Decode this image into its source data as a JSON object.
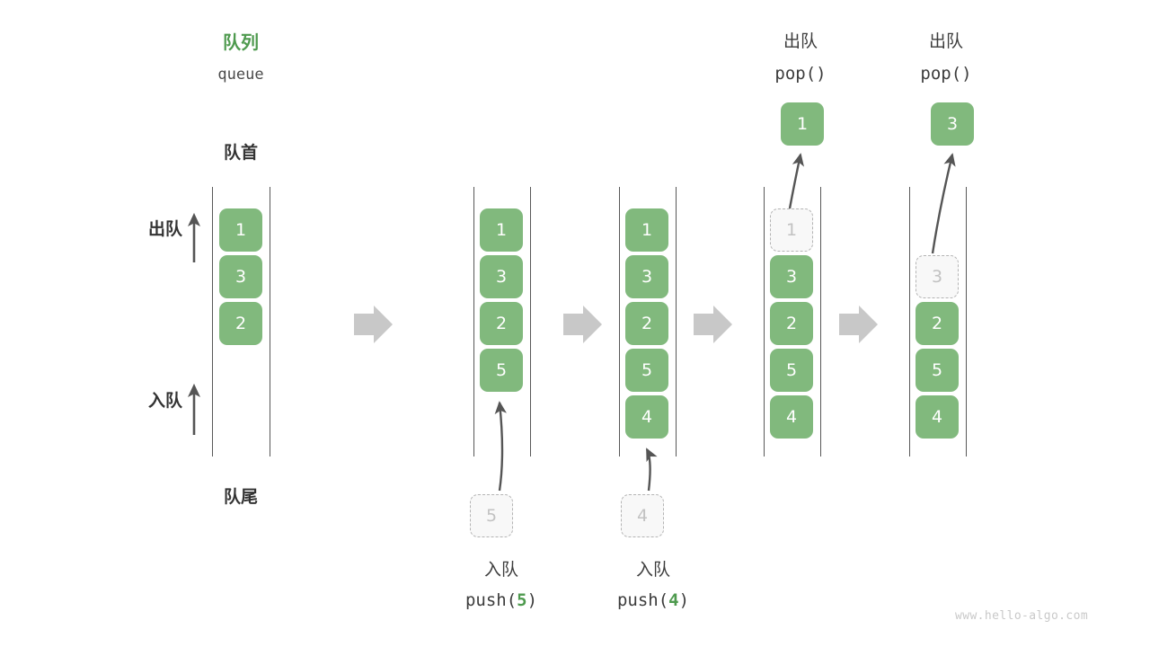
{
  "title": {
    "cn": "队列",
    "en": "queue"
  },
  "anchors": {
    "head": "队首",
    "tail": "队尾"
  },
  "side_ops": {
    "pop": "出队",
    "push": "入队"
  },
  "watermark": "www.hello-algo.com",
  "colors": {
    "accent_green": "#4e9a4e",
    "cell_green": "#81b97d",
    "cell_text": "#ffffff",
    "ghost_fill": "#f8f8f8",
    "ghost_border": "#b4b4b4",
    "ghost_text": "#c2c2c2",
    "rail": "#585858",
    "arrow_gray": "#c8c8c8",
    "curve_arrow": "#555555",
    "text": "#3a3a3a",
    "watermark": "#c9c9c9"
  },
  "columns": [
    {
      "id": "initial",
      "cells": [
        {
          "value": "1",
          "state": "filled",
          "row": 0
        },
        {
          "value": "3",
          "state": "filled",
          "row": 1
        },
        {
          "value": "2",
          "state": "filled",
          "row": 2
        }
      ]
    },
    {
      "id": "after-push-5",
      "cells": [
        {
          "value": "1",
          "state": "filled",
          "row": 0
        },
        {
          "value": "3",
          "state": "filled",
          "row": 1
        },
        {
          "value": "2",
          "state": "filled",
          "row": 2
        },
        {
          "value": "5",
          "state": "filled",
          "row": 3
        }
      ],
      "incoming": {
        "value": "5",
        "state": "ghost"
      },
      "caption_cn": "入队",
      "caption_fn": "push(",
      "caption_arg": "5",
      "caption_tail": ")"
    },
    {
      "id": "after-push-4",
      "cells": [
        {
          "value": "1",
          "state": "filled",
          "row": 0
        },
        {
          "value": "3",
          "state": "filled",
          "row": 1
        },
        {
          "value": "2",
          "state": "filled",
          "row": 2
        },
        {
          "value": "5",
          "state": "filled",
          "row": 3
        },
        {
          "value": "4",
          "state": "filled",
          "row": 4
        }
      ],
      "incoming": {
        "value": "4",
        "state": "ghost"
      },
      "caption_cn": "入队",
      "caption_fn": "push(",
      "caption_arg": "4",
      "caption_tail": ")"
    },
    {
      "id": "after-pop-1",
      "cells": [
        {
          "value": "1",
          "state": "ghost",
          "row": 0
        },
        {
          "value": "3",
          "state": "filled",
          "row": 1
        },
        {
          "value": "2",
          "state": "filled",
          "row": 2
        },
        {
          "value": "5",
          "state": "filled",
          "row": 3
        },
        {
          "value": "4",
          "state": "filled",
          "row": 4
        }
      ],
      "outgoing": {
        "value": "1",
        "state": "filled"
      },
      "caption_cn": "出队",
      "caption_fn": "pop(",
      "caption_arg": "",
      "caption_tail": ")"
    },
    {
      "id": "after-pop-3",
      "cells": [
        {
          "value": "3",
          "state": "ghost",
          "row": 1
        },
        {
          "value": "2",
          "state": "filled",
          "row": 2
        },
        {
          "value": "5",
          "state": "filled",
          "row": 3
        },
        {
          "value": "4",
          "state": "filled",
          "row": 4
        }
      ],
      "outgoing": {
        "value": "3",
        "state": "filled"
      },
      "caption_cn": "出队",
      "caption_fn": "pop(",
      "caption_arg": "",
      "caption_tail": ")"
    }
  ],
  "step_arrows": 4
}
